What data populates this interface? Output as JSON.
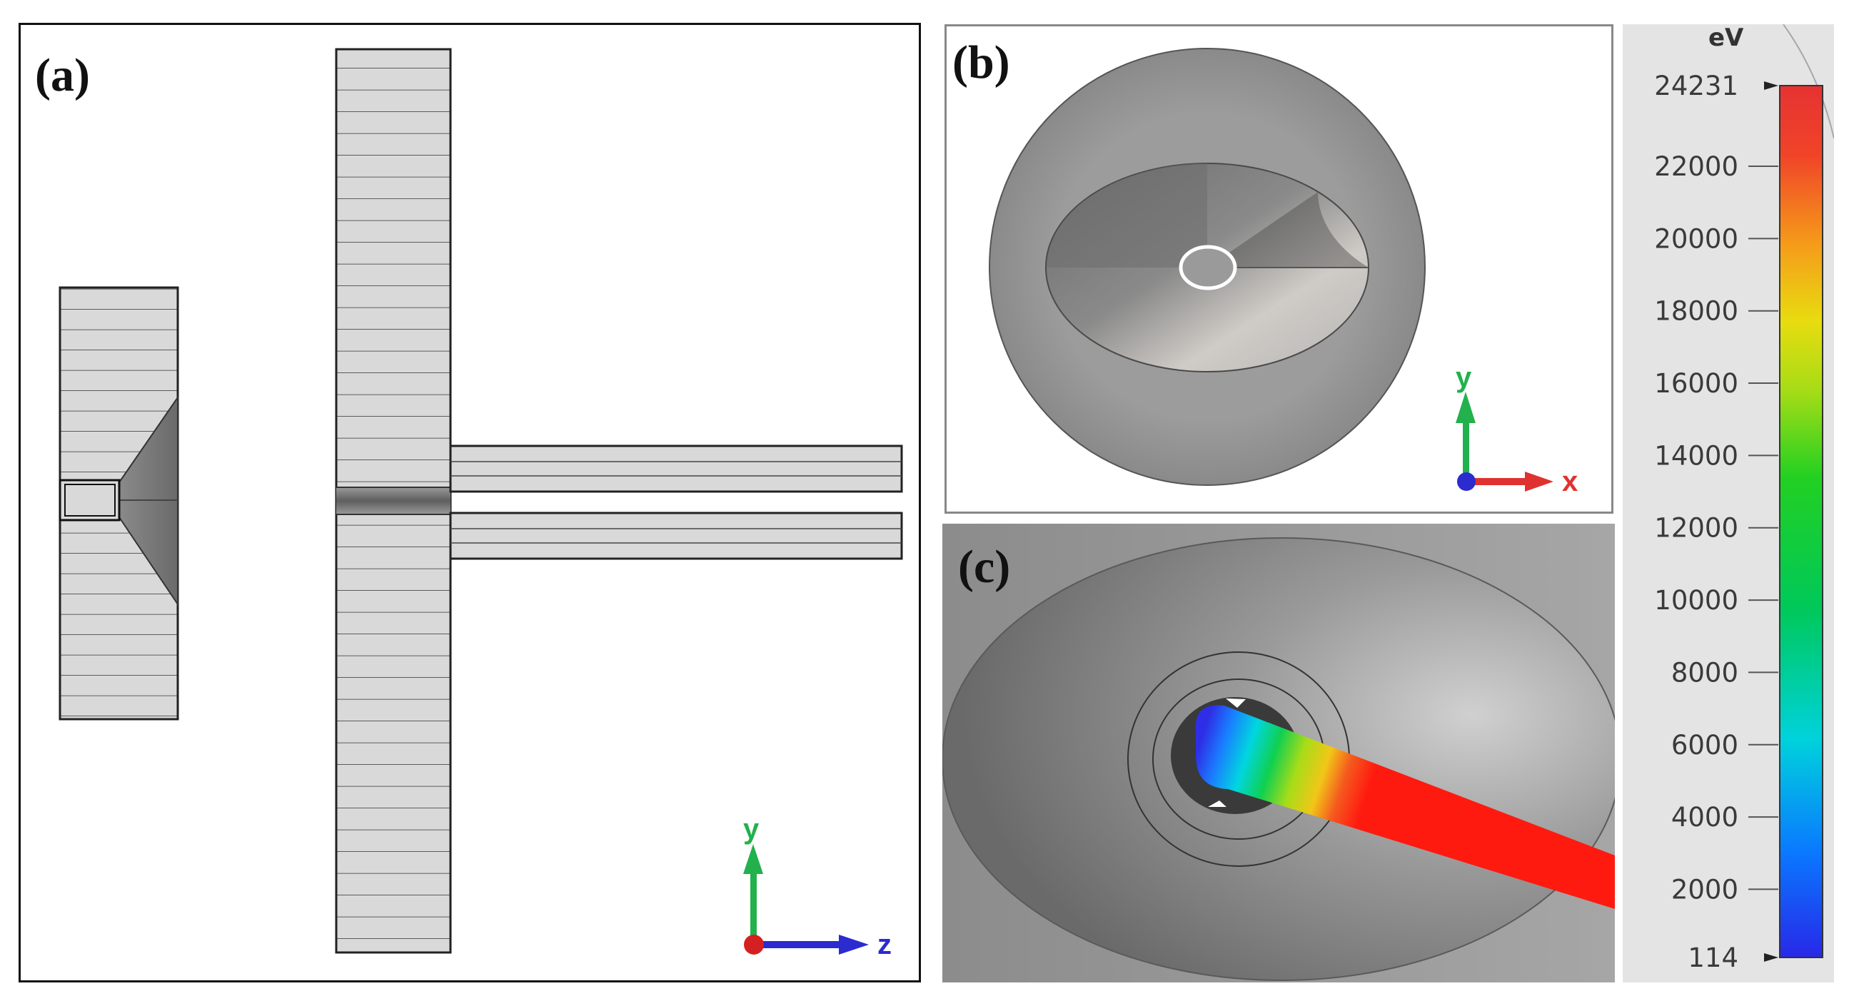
{
  "panels": {
    "a": {
      "label": "(a)",
      "axes": {
        "vertical": "y",
        "horizontal": "z"
      }
    },
    "b": {
      "label": "(b)",
      "axes": {
        "vertical": "y",
        "horizontal": "x"
      }
    },
    "c": {
      "label": "(c)"
    }
  },
  "colorbar": {
    "unit": "eV",
    "max_label": "24231",
    "min_label": "114",
    "min": 114,
    "max": 24231,
    "ticks": [
      "22000",
      "20000",
      "18000",
      "16000",
      "14000",
      "12000",
      "10000",
      "8000",
      "6000",
      "4000",
      "2000"
    ],
    "colors": [
      "#2828e8",
      "#0a78ff",
      "#00d2dc",
      "#00c85a",
      "#22d022",
      "#a6dc16",
      "#e8dc10",
      "#f59a1a",
      "#f04428",
      "#e63232"
    ]
  },
  "colors": {
    "electrode_fill": "#d9d9d9",
    "axis_y": "#22b14c",
    "axis_x": "#e03131",
    "axis_z": "#2b2bd0",
    "beam_hot": "#ff1a10"
  }
}
